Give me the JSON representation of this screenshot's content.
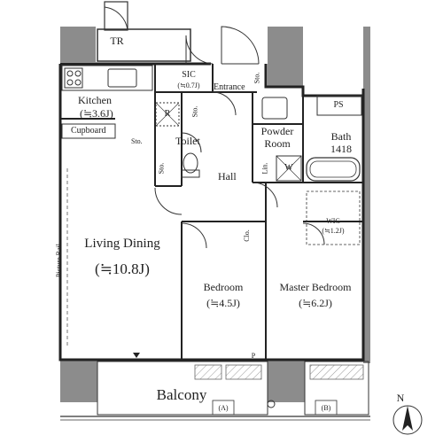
{
  "rooms": {
    "tr": "TR",
    "sic_name": "SIC",
    "sic_size": "(≒0.7J)",
    "entrance": "Entrance",
    "kitchen_name": "Kitchen",
    "kitchen_size": "(≒3.6J)",
    "cupboard": "Cupboard",
    "refrigerator": "R",
    "toilet": "Toilet",
    "powder_room_line1": "Powder",
    "powder_room_line2": "Room",
    "bath_name": "Bath",
    "bath_size": "1418",
    "hall": "Hall",
    "washer": "W",
    "linen": "Lin.",
    "wic_name": "WIC",
    "wic_size": "(≒1.2J)",
    "living_name": "Living Dining",
    "living_size": "(≒10.8J)",
    "picture_rail": "Picture Rail",
    "bedroom_name": "Bedroom",
    "bedroom_size": "(≒4.5J)",
    "master_name": "Master Bedroom",
    "master_size": "(≒6.2J)",
    "balcony": "Balcony",
    "ps": "PS",
    "p": "P",
    "ac_a": "(A)",
    "ac_b": "(B)",
    "storage": "Sto.",
    "closet": "Clo.",
    "north": "N"
  }
}
